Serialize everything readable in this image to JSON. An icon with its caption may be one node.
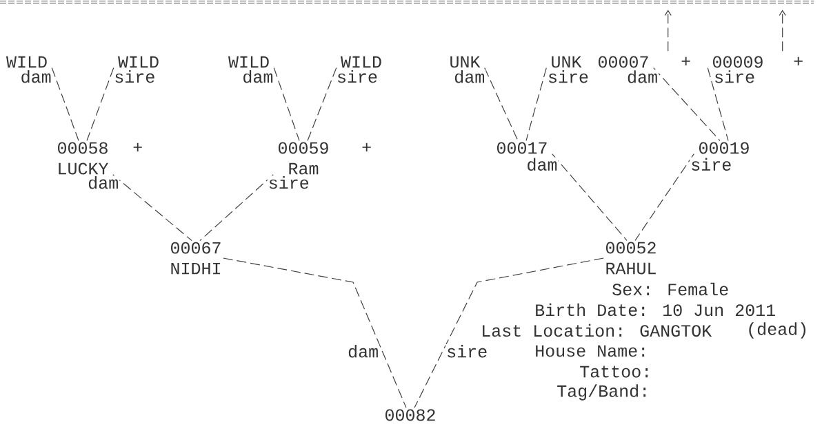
{
  "diagram": {
    "nodes": [
      {
        "text": [
          "WILD"
        ]
      },
      {
        "text": [
          "WILD"
        ]
      },
      {
        "text": [
          "WILD"
        ]
      },
      {
        "text": [
          "WILD"
        ]
      },
      {
        "text": [
          "UNK"
        ]
      },
      {
        "text": [
          "UNK"
        ]
      },
      {
        "text": [
          "00007"
        ],
        "beside": [
          "+"
        ]
      },
      {
        "text": [
          "00009"
        ],
        "beside": [
          "+"
        ]
      },
      {
        "text": [
          "00058",
          "LUCKY"
        ],
        "beside": [
          "+"
        ]
      },
      {
        "text": [
          "00059",
          "Ram"
        ],
        "beside": [
          "+"
        ]
      },
      {
        "text": [
          "00017"
        ]
      },
      {
        "text": [
          "00019"
        ]
      },
      {
        "text": [
          "00067",
          "NIDHI"
        ]
      },
      {
        "text": [
          "00052",
          "RAHUL"
        ]
      },
      {
        "text": [
          "00082"
        ]
      }
    ],
    "edges": [
      {
        "from": 0,
        "to": 8,
        "arrow": "none",
        "label": "dam"
      },
      {
        "from": 1,
        "to": 8,
        "arrow": "none",
        "label": "sire"
      },
      {
        "from": 2,
        "to": 9,
        "arrow": "none",
        "label": "dam"
      },
      {
        "from": 3,
        "to": 9,
        "arrow": "none",
        "label": "sire"
      },
      {
        "from": 4,
        "to": 10,
        "arrow": "none",
        "label": "dam"
      },
      {
        "from": 5,
        "to": 10,
        "arrow": "none",
        "label": "sire"
      },
      {
        "from": 6,
        "to": 11,
        "arrow": "none",
        "label": "dam"
      },
      {
        "from": 7,
        "to": 11,
        "arrow": "none",
        "label": "sire"
      },
      {
        "from": 8,
        "to": 12,
        "arrow": "none",
        "label": "dam"
      },
      {
        "from": 9,
        "to": 12,
        "arrow": "none",
        "label": "sire"
      },
      {
        "from": 10,
        "to": 13,
        "arrow": "none",
        "label": "dam"
      },
      {
        "from": 11,
        "to": 13,
        "arrow": "none",
        "label": "sire"
      },
      {
        "from": 12,
        "to": 14,
        "arrow": "none",
        "label": "dam"
      },
      {
        "from": 13,
        "to": 14,
        "arrow": "none",
        "label": "sire"
      },
      {
        "from": 6,
        "to": null,
        "arrow": "to"
      },
      {
        "from": 7,
        "to": null,
        "arrow": "to"
      }
    ],
    "labels": [
      "Sex: Female",
      "Birth Date: 10 Jun 2011",
      "Last Location: GANGTOK",
      "(dead)",
      "House Name:",
      "Tattoo:",
      "Tag/Band:"
    ]
  }
}
